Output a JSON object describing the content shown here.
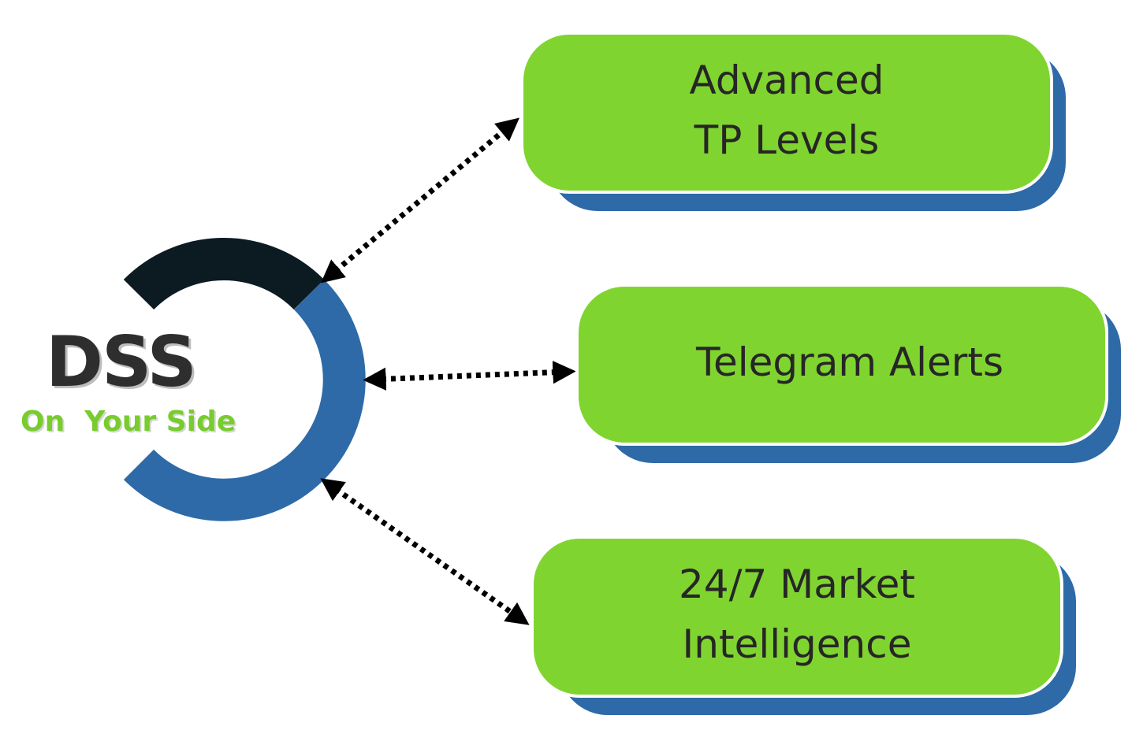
{
  "logo": {
    "title": "DSS",
    "tagline": "On  Your Side",
    "colors": {
      "arc_dark": "#0c1b22",
      "arc_blue": "#2e6aa8",
      "tagline_green": "#78cc2e"
    }
  },
  "features": [
    {
      "label": "Advanced\nTP Levels"
    },
    {
      "label": "Telegram Alerts"
    },
    {
      "label": "24/7 Market\nIntelligence"
    }
  ],
  "colors": {
    "box_fill": "#80d42f",
    "box_shadow": "#2e6aa8",
    "text": "#262626",
    "connector": "#000000"
  },
  "connectors": {
    "style": "dotted",
    "arrowheads": "both-ends"
  }
}
